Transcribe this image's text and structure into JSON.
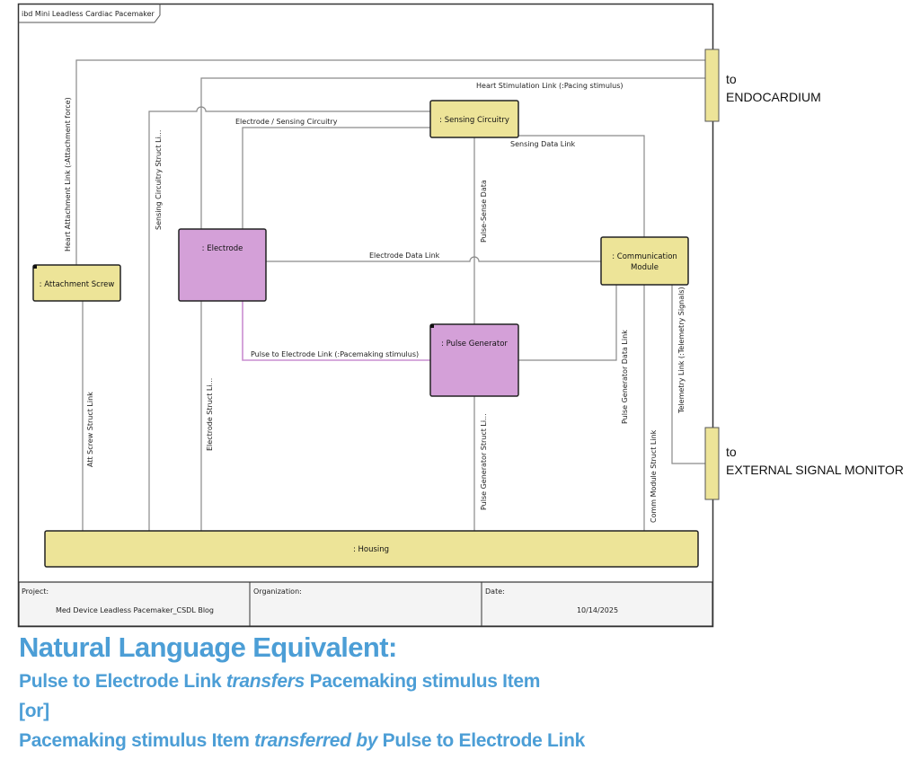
{
  "diagram": {
    "frame_title": "ibd Mini Leadless Cardiac Pacemaker",
    "colors": {
      "block_yellow": "#ede498",
      "block_pink": "#d4a0d8",
      "pink_link": "#c98ed0",
      "text_blue": "#4c9ed6"
    },
    "blocks": {
      "attachment_screw": ": Attachment Screw",
      "electrode": ": Electrode",
      "sensing_circuitry": ": Sensing Circuitry",
      "communication_module_line1": ": Communication",
      "communication_module_line2": "Module",
      "pulse_generator": ": Pulse Generator",
      "housing": ": Housing"
    },
    "links": {
      "heart_attachment": "Heart Attachment Link (:Attachment force)",
      "heart_stimulation": "Heart Stimulation Link (:Pacing stimulus)",
      "sensing_circuitry_struct": "Sensing Circuitry Struct Li...",
      "electrode_sensing": "Electrode / Sensing Circuitry",
      "sensing_data": "Sensing Data Link",
      "pulse_sense_data": "Pulse-Sense Data",
      "electrode_data": "Electrode Data Link",
      "pulse_to_electrode": "Pulse to Electrode Link (:Pacemaking stimulus)",
      "pulse_generator_data": "Pulse Generator Data Link",
      "telemetry": "Telemetry Link (:Telemetry Signals)",
      "att_screw_struct": "Att Screw Struct Link",
      "electrode_struct": "Electrode Struct Li...",
      "pulse_generator_struct": "Pulse Generator Struct Li...",
      "comm_module_struct": "Comm Module Struct Link"
    },
    "ports": {
      "endocardium_to": "to",
      "endocardium": "ENDOCARDIUM",
      "monitor_to": "to",
      "monitor": "EXTERNAL SIGNAL MONITOR"
    },
    "title_block": {
      "project_label": "Project:",
      "project_value": "Med Device Leadless Pacemaker_CSDL Blog",
      "organization_label": "Organization:",
      "organization_value": "",
      "date_label": "Date:",
      "date_value": "10/14/2025"
    }
  },
  "natural_language": {
    "title": "Natural Language Equivalent:",
    "line1": {
      "a": "Pulse to Electrode Link ",
      "verb": "transfers",
      "b": " Pacemaking stimulus Item"
    },
    "or": "[or]",
    "line2": {
      "a": "Pacemaking stimulus Item ",
      "verb": "transferred by",
      "b": " Pulse to Electrode Link"
    }
  }
}
